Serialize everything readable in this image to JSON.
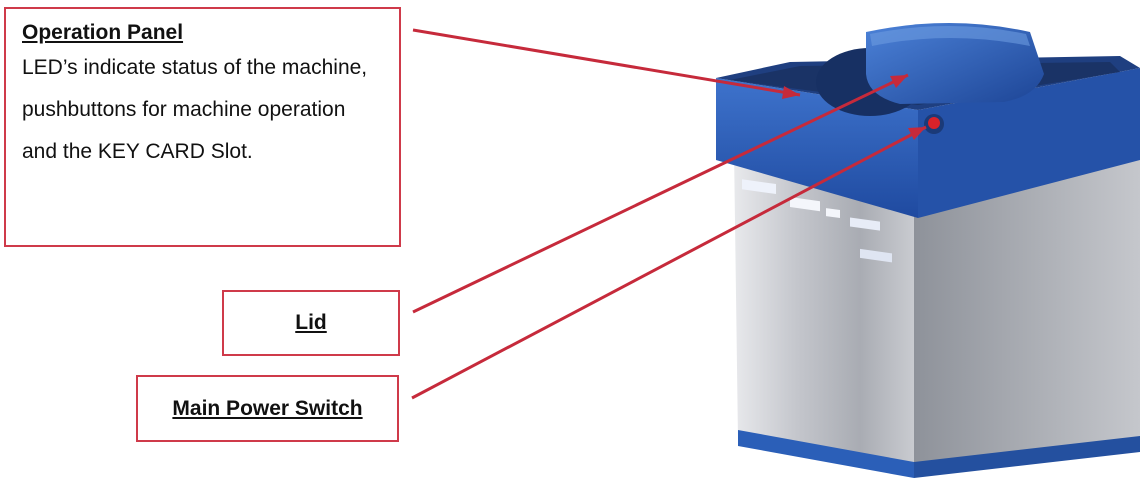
{
  "callouts": {
    "operation_panel": {
      "title": "Operation Panel",
      "description": "LED’s indicate status of the machine, pushbuttons for machine operation and the KEY CARD Slot."
    },
    "lid": {
      "title": "Lid"
    },
    "main_power_switch": {
      "title": "Main Power Switch"
    }
  },
  "colors": {
    "callout_border": "#cf3a4a",
    "leader_line": "#c62a3b",
    "machine_blue": "#2b5fb8",
    "machine_silver": "#b9bcc2",
    "power_button": "#d8222a"
  }
}
